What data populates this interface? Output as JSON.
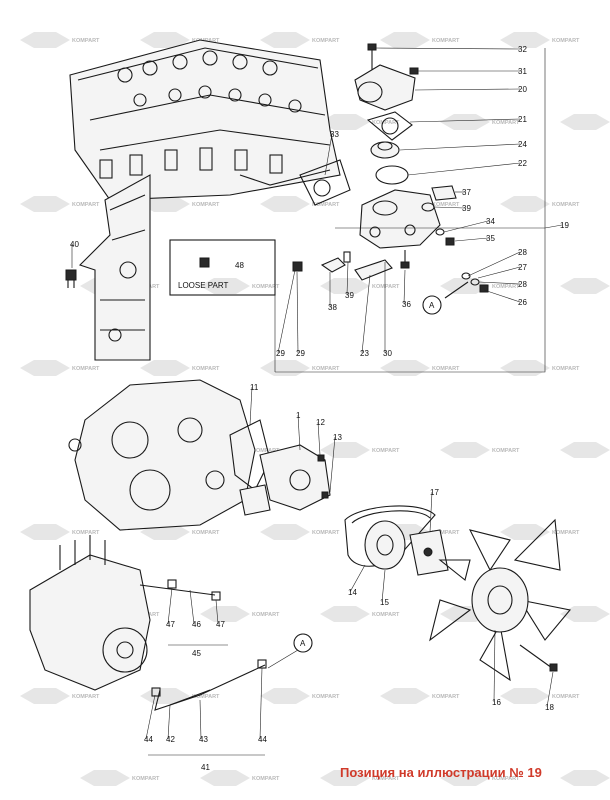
{
  "watermark": {
    "brand": "KOMPART"
  },
  "loose_part_box": {
    "title": "LOOSE PART",
    "part": "48"
  },
  "callout": "A",
  "footer": {
    "caption": "Позиция на иллюстрации № 19"
  },
  "part_numbers": [
    "1",
    "11",
    "12",
    "13",
    "14",
    "15",
    "16",
    "17",
    "18",
    "19",
    "20",
    "21",
    "22",
    "23",
    "24",
    "26",
    "27",
    "28",
    "29",
    "30",
    "31",
    "32",
    "33",
    "34",
    "35",
    "36",
    "37",
    "38",
    "39",
    "40",
    "41",
    "42",
    "43",
    "44",
    "45",
    "46",
    "47",
    "48"
  ]
}
